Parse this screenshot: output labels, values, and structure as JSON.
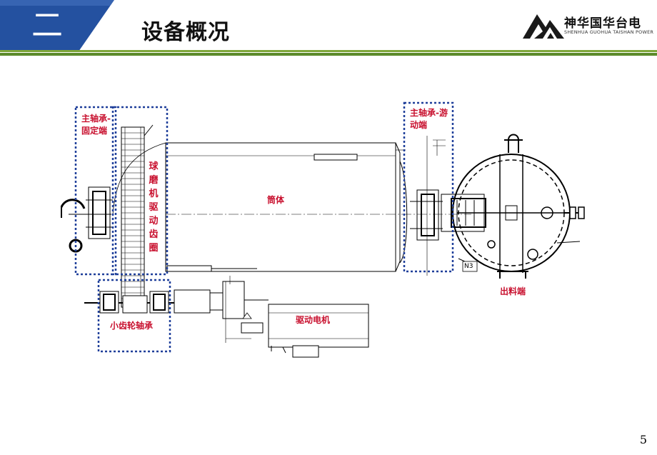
{
  "header": {
    "section_number": "二",
    "title": "设备概况",
    "colors": {
      "tab": "#2451a0",
      "rule": "#6b9a30"
    }
  },
  "logo": {
    "name": "神华国华台电",
    "subtitle": "SHENHUA GUOHUA TAISHAN POWER",
    "icon": "mountain-logo-icon"
  },
  "labels": {
    "main_bearing_fixed": "主轴承-固定端",
    "drive_gear": "球磨机驱动齿圈",
    "main_bearing_floating": "主轴承-游动端",
    "cylinder": "筒体",
    "discharge_end": "出料端",
    "pinion_bearing": "小齿轮轴承",
    "drive_motor": "驱动电机",
    "nozzle": "N3"
  },
  "page_number": "5"
}
